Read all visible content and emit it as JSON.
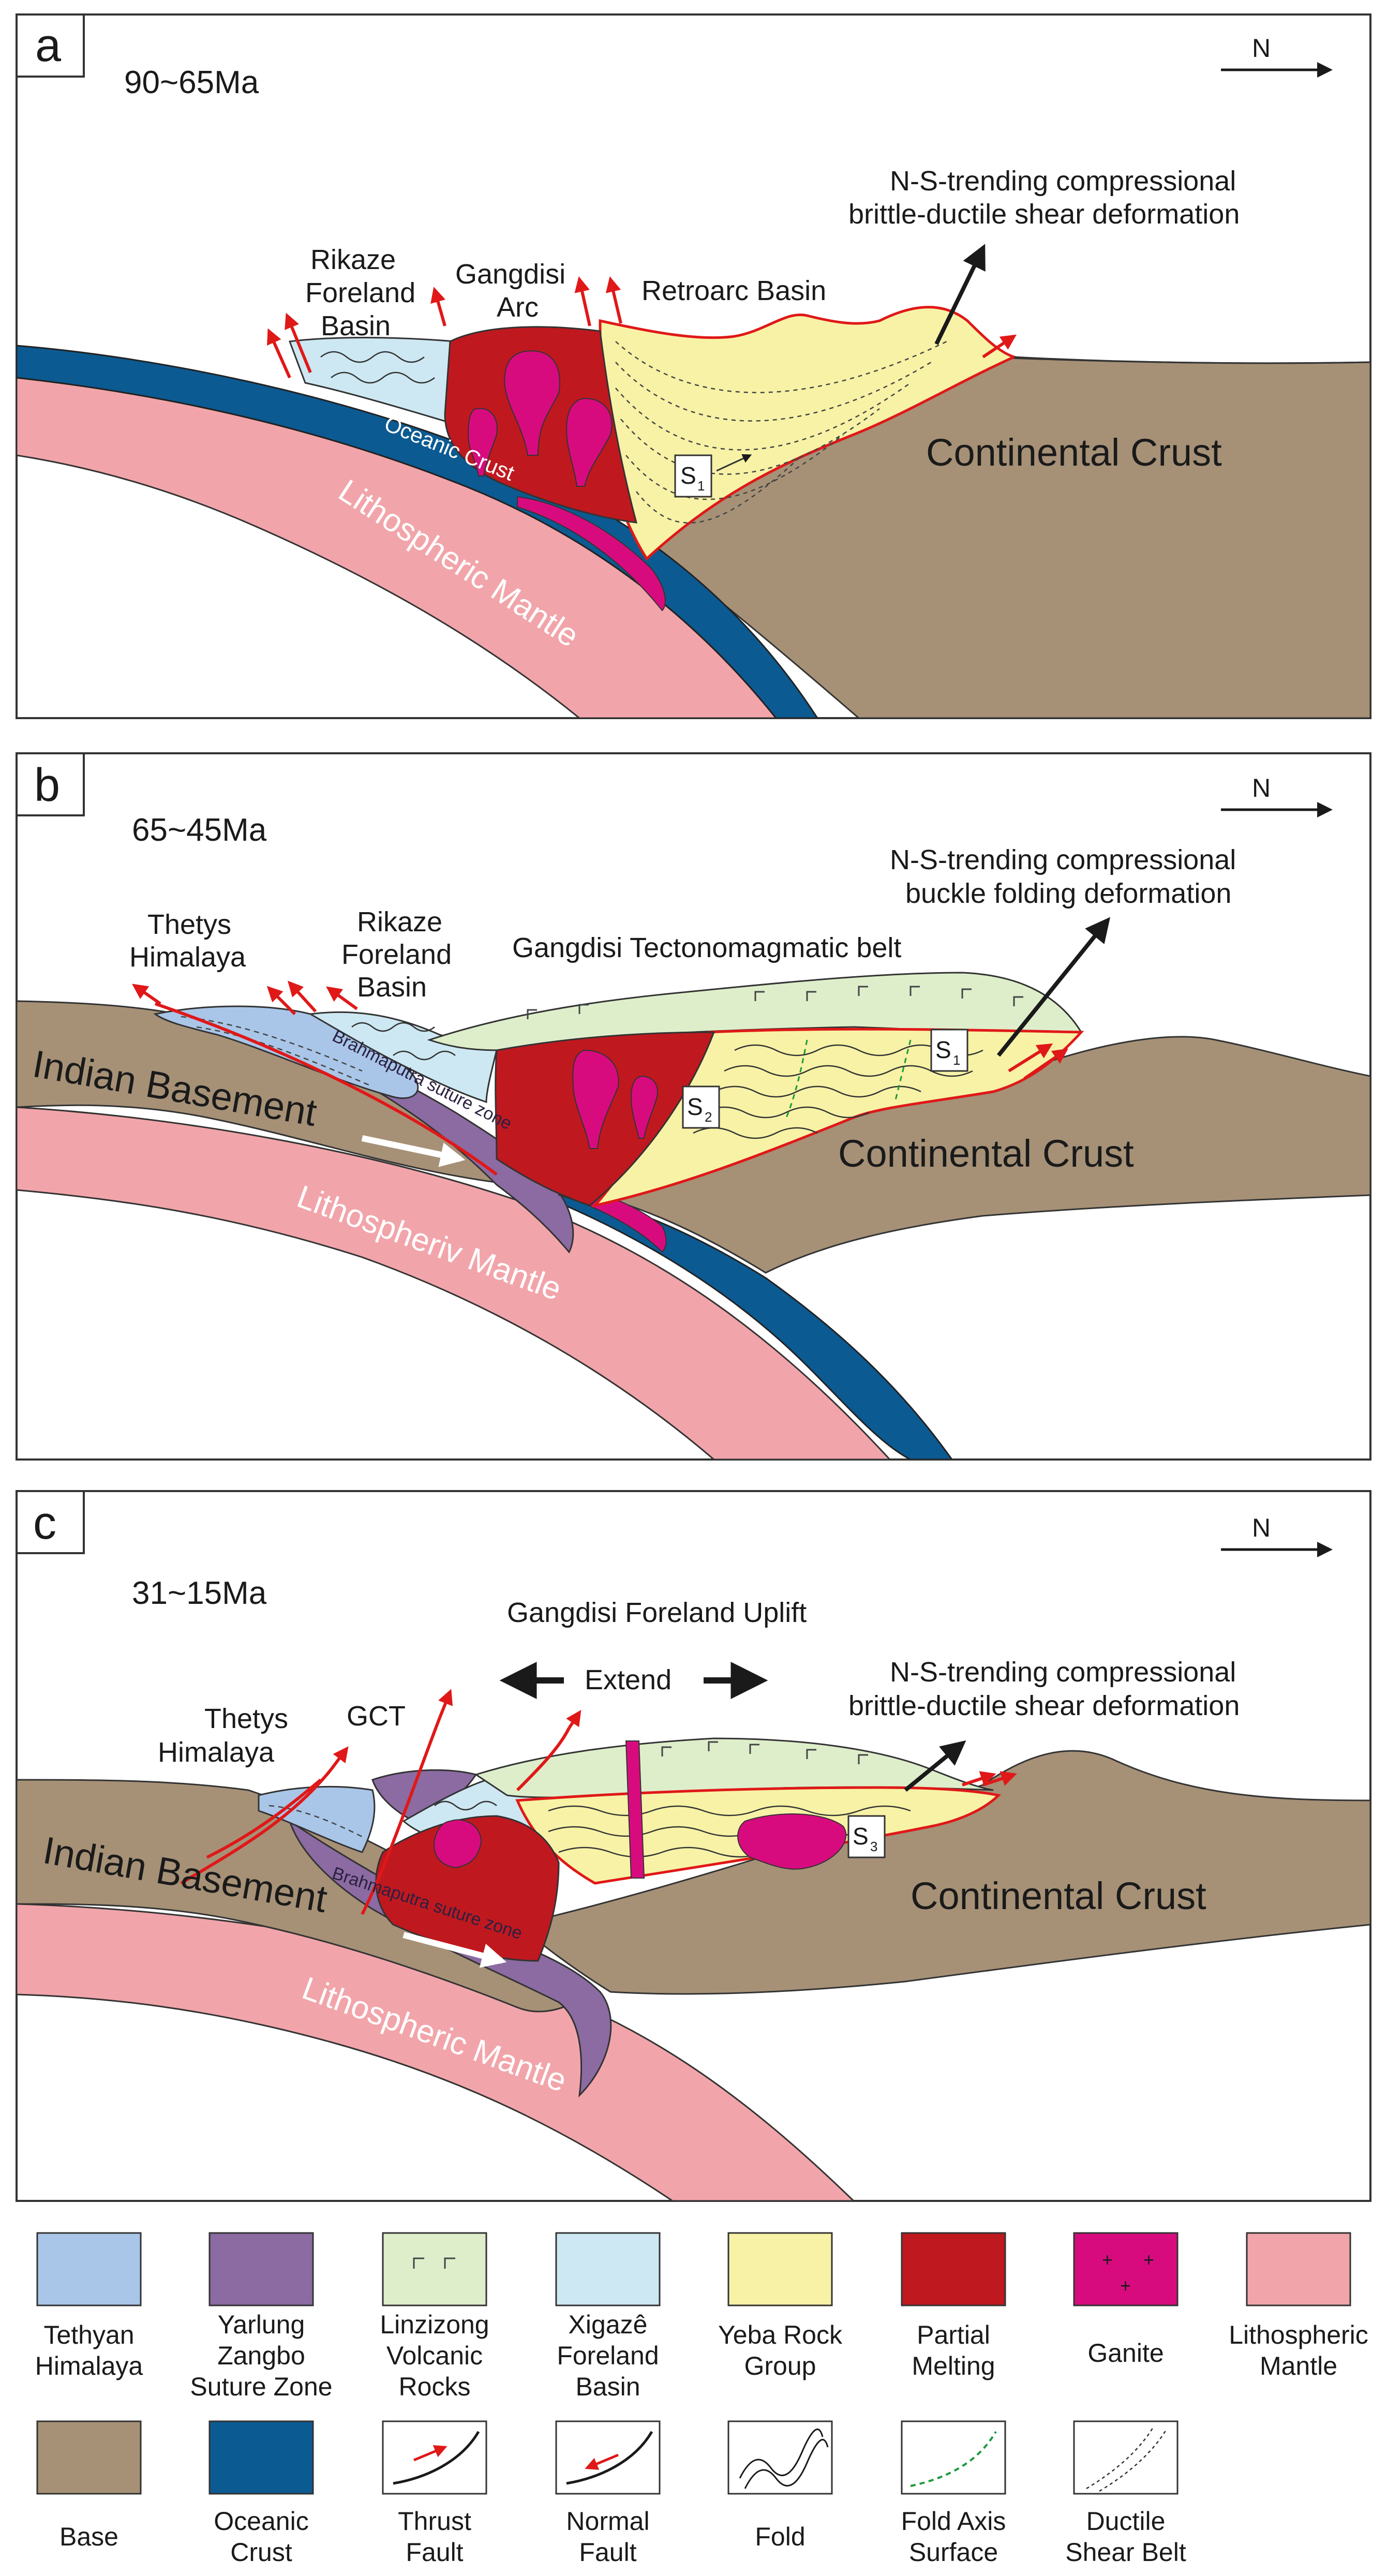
{
  "panels": [
    {
      "tag": "a",
      "age": "90~65Ma",
      "north": "N",
      "labels": {
        "rikaze1": "Rikaze",
        "rikaze2": "Foreland",
        "rikaze3": "Basin",
        "gangdisi1": "Gangdisi",
        "gangdisi2": "Arc",
        "retroarc": "Retroarc Basin",
        "deform1": "N-S-trending compressional",
        "deform2": "brittle-ductile shear deformation",
        "continental": "Continental Crust",
        "oceanic": "Oceanic Crust",
        "mantle": "Lithospheric Mantle",
        "s_main": "S",
        "s_sub": "1"
      }
    },
    {
      "tag": "b",
      "age": "65~45Ma",
      "north": "N",
      "labels": {
        "thetys1": "Thetys",
        "thetys2": "Himalaya",
        "rikaze1": "Rikaze",
        "rikaze2": "Foreland",
        "rikaze3": "Basin",
        "gangdisi": "Gangdisi Tectonomagmatic belt",
        "deform1": "N-S-trending compressional",
        "deform2": "buckle folding deformation",
        "indian": "Indian Basement",
        "suture": "Brahmaputra suture zone",
        "continental": "Continental Crust",
        "mantle": "Lithospheriv Mantle",
        "s2_main": "S",
        "s2_sub": "2",
        "s1_main": "S",
        "s1_sub": "1"
      }
    },
    {
      "tag": "c",
      "age": "31~15Ma",
      "north": "N",
      "labels": {
        "uplift": "Gangdisi Foreland Uplift",
        "extend": "Extend",
        "thetys1": "Thetys",
        "thetys2": "Himalaya",
        "gct": "GCT",
        "deform1": "N-S-trending compressional",
        "deform2": "brittle-ductile shear deformation",
        "indian": "Indian Basement",
        "suture": "Brahmaputra suture zone",
        "continental": "Continental Crust",
        "mantle": "Lithospheric Mantle",
        "s3_main": "S",
        "s3_sub": "3"
      }
    }
  ],
  "legend": [
    {
      "label_lines": [
        "Tethyan",
        "Himalaya"
      ]
    },
    {
      "label_lines": [
        "Yarlung",
        "Zangbo",
        "Suture Zone"
      ]
    },
    {
      "label_lines": [
        "Linzizong",
        "Volcanic",
        "Rocks"
      ]
    },
    {
      "label_lines": [
        "Xigazê",
        "Foreland",
        "Basin"
      ]
    },
    {
      "label_lines": [
        "Yeba Rock",
        "Group"
      ]
    },
    {
      "label_lines": [
        "Partial",
        "Melting"
      ]
    },
    {
      "label_lines": [
        "Ganite"
      ]
    },
    {
      "label_lines": [
        "Lithospheric",
        "Mantle"
      ]
    },
    {
      "label_lines": [
        "Base"
      ]
    },
    {
      "label_lines": [
        "Oceanic",
        "Crust"
      ]
    },
    {
      "label_lines": [
        "Thrust",
        "Fault"
      ]
    },
    {
      "label_lines": [
        "Normal",
        "Fault"
      ]
    },
    {
      "label_lines": [
        "Fold"
      ]
    },
    {
      "label_lines": [
        "Fold Axis",
        "Surface"
      ]
    },
    {
      "label_lines": [
        "Ductile",
        "Shear Belt"
      ]
    }
  ],
  "colors": {
    "tethyan": "#a9c6e8",
    "suture": "#8b6ba2",
    "linzizong": "#deeecb",
    "xigaze": "#cde8f2",
    "yeba": "#f7f2a6",
    "partial": "#c0181f",
    "granite": "#d80b7e",
    "mantle": "#f1a5aa",
    "base": "#a69177",
    "oceanic": "#0c5a92",
    "fault": "#e01818"
  }
}
